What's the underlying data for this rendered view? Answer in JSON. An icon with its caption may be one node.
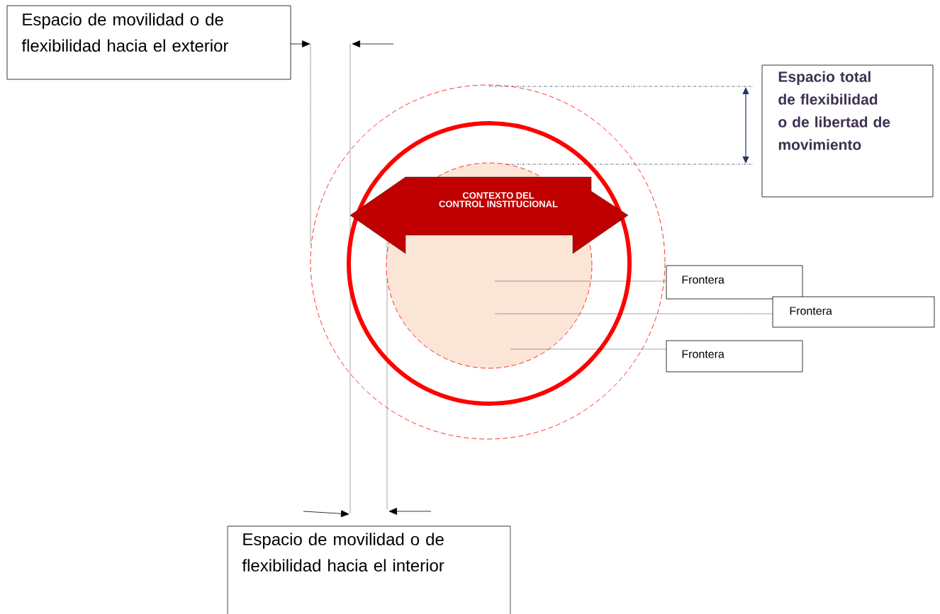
{
  "diagram": {
    "nodes": [
      {
        "text": [
          "Espacio de movilidad o de flexibilidad hacia el exterior"
        ]
      },
      {
        "text": [
          "Espacio total de flexibilidad o de libertad de movimiento"
        ]
      },
      {
        "text": [],
        "shape": "circle"
      },
      {
        "text": [],
        "shape": "circle",
        "in": 2
      },
      {
        "text": [],
        "shape": "circle",
        "in": 3
      },
      {
        "text": [
          "CONTEXTO  DEL CONTROL INSTITUCIONAL"
        ],
        "in": 3
      },
      {
        "text": [
          "Frontera"
        ]
      },
      {
        "text": [
          "Frontera"
        ]
      },
      {
        "text": [
          "Frontera"
        ]
      },
      {
        "text": [
          "Espacio de movilidad o de flexibilidad hacia el interior"
        ]
      }
    ],
    "edges": [
      {
        "from": 6,
        "to": 2,
        "arrow": "none"
      },
      {
        "from": 7,
        "to": 3,
        "arrow": "none"
      },
      {
        "from": 8,
        "to": 4,
        "arrow": "none"
      }
    ]
  }
}
